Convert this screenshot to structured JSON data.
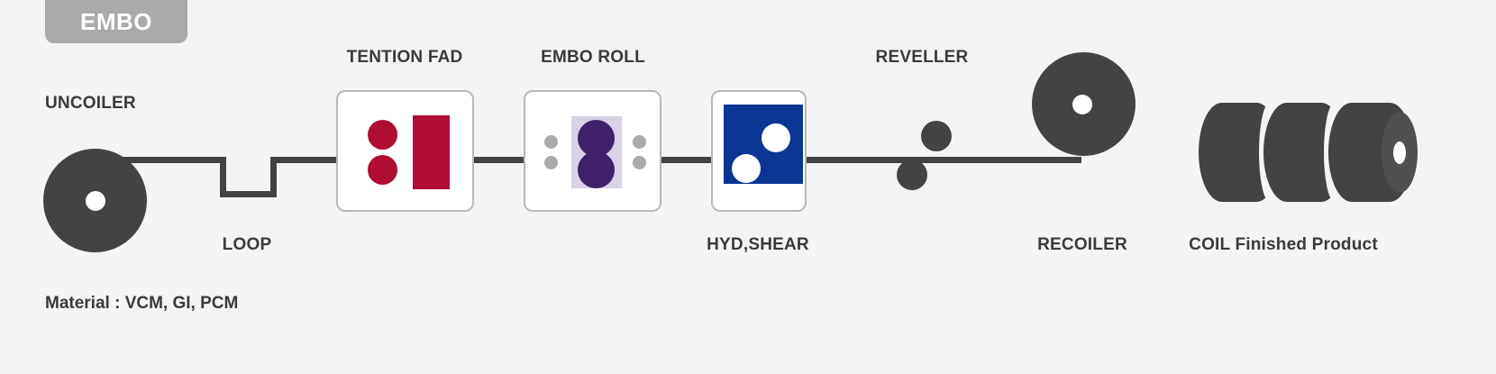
{
  "badge": {
    "label": "EMBO"
  },
  "stations": {
    "uncoiler": {
      "label": "UNCOILER"
    },
    "loop": {
      "label": "LOOP"
    },
    "tention_fad": {
      "label": "TENTION FAD"
    },
    "embo_roll": {
      "label": "EMBO ROLL"
    },
    "hyd_shear": {
      "label": "HYD,SHEAR"
    },
    "reveller": {
      "label": "REVELLER"
    },
    "recoiler": {
      "label": "RECOILER"
    },
    "coil_product": {
      "label": "COIL Finished Product"
    }
  },
  "footer": {
    "material": "Material : VCM, GI, PCM"
  },
  "colors": {
    "background": "#f4f4f6",
    "badge": "#aaaaac",
    "strip": "#434343",
    "label_text": "#3a3a3a",
    "tention_fad_accent": "#b00d32",
    "embo_roll_accent": "#3f2069",
    "embo_roll_panel": "#d8d2e6",
    "hyd_shear_accent": "#0b3694",
    "box_border": "#b8b8b8",
    "dot_gray": "#aaaaac"
  }
}
